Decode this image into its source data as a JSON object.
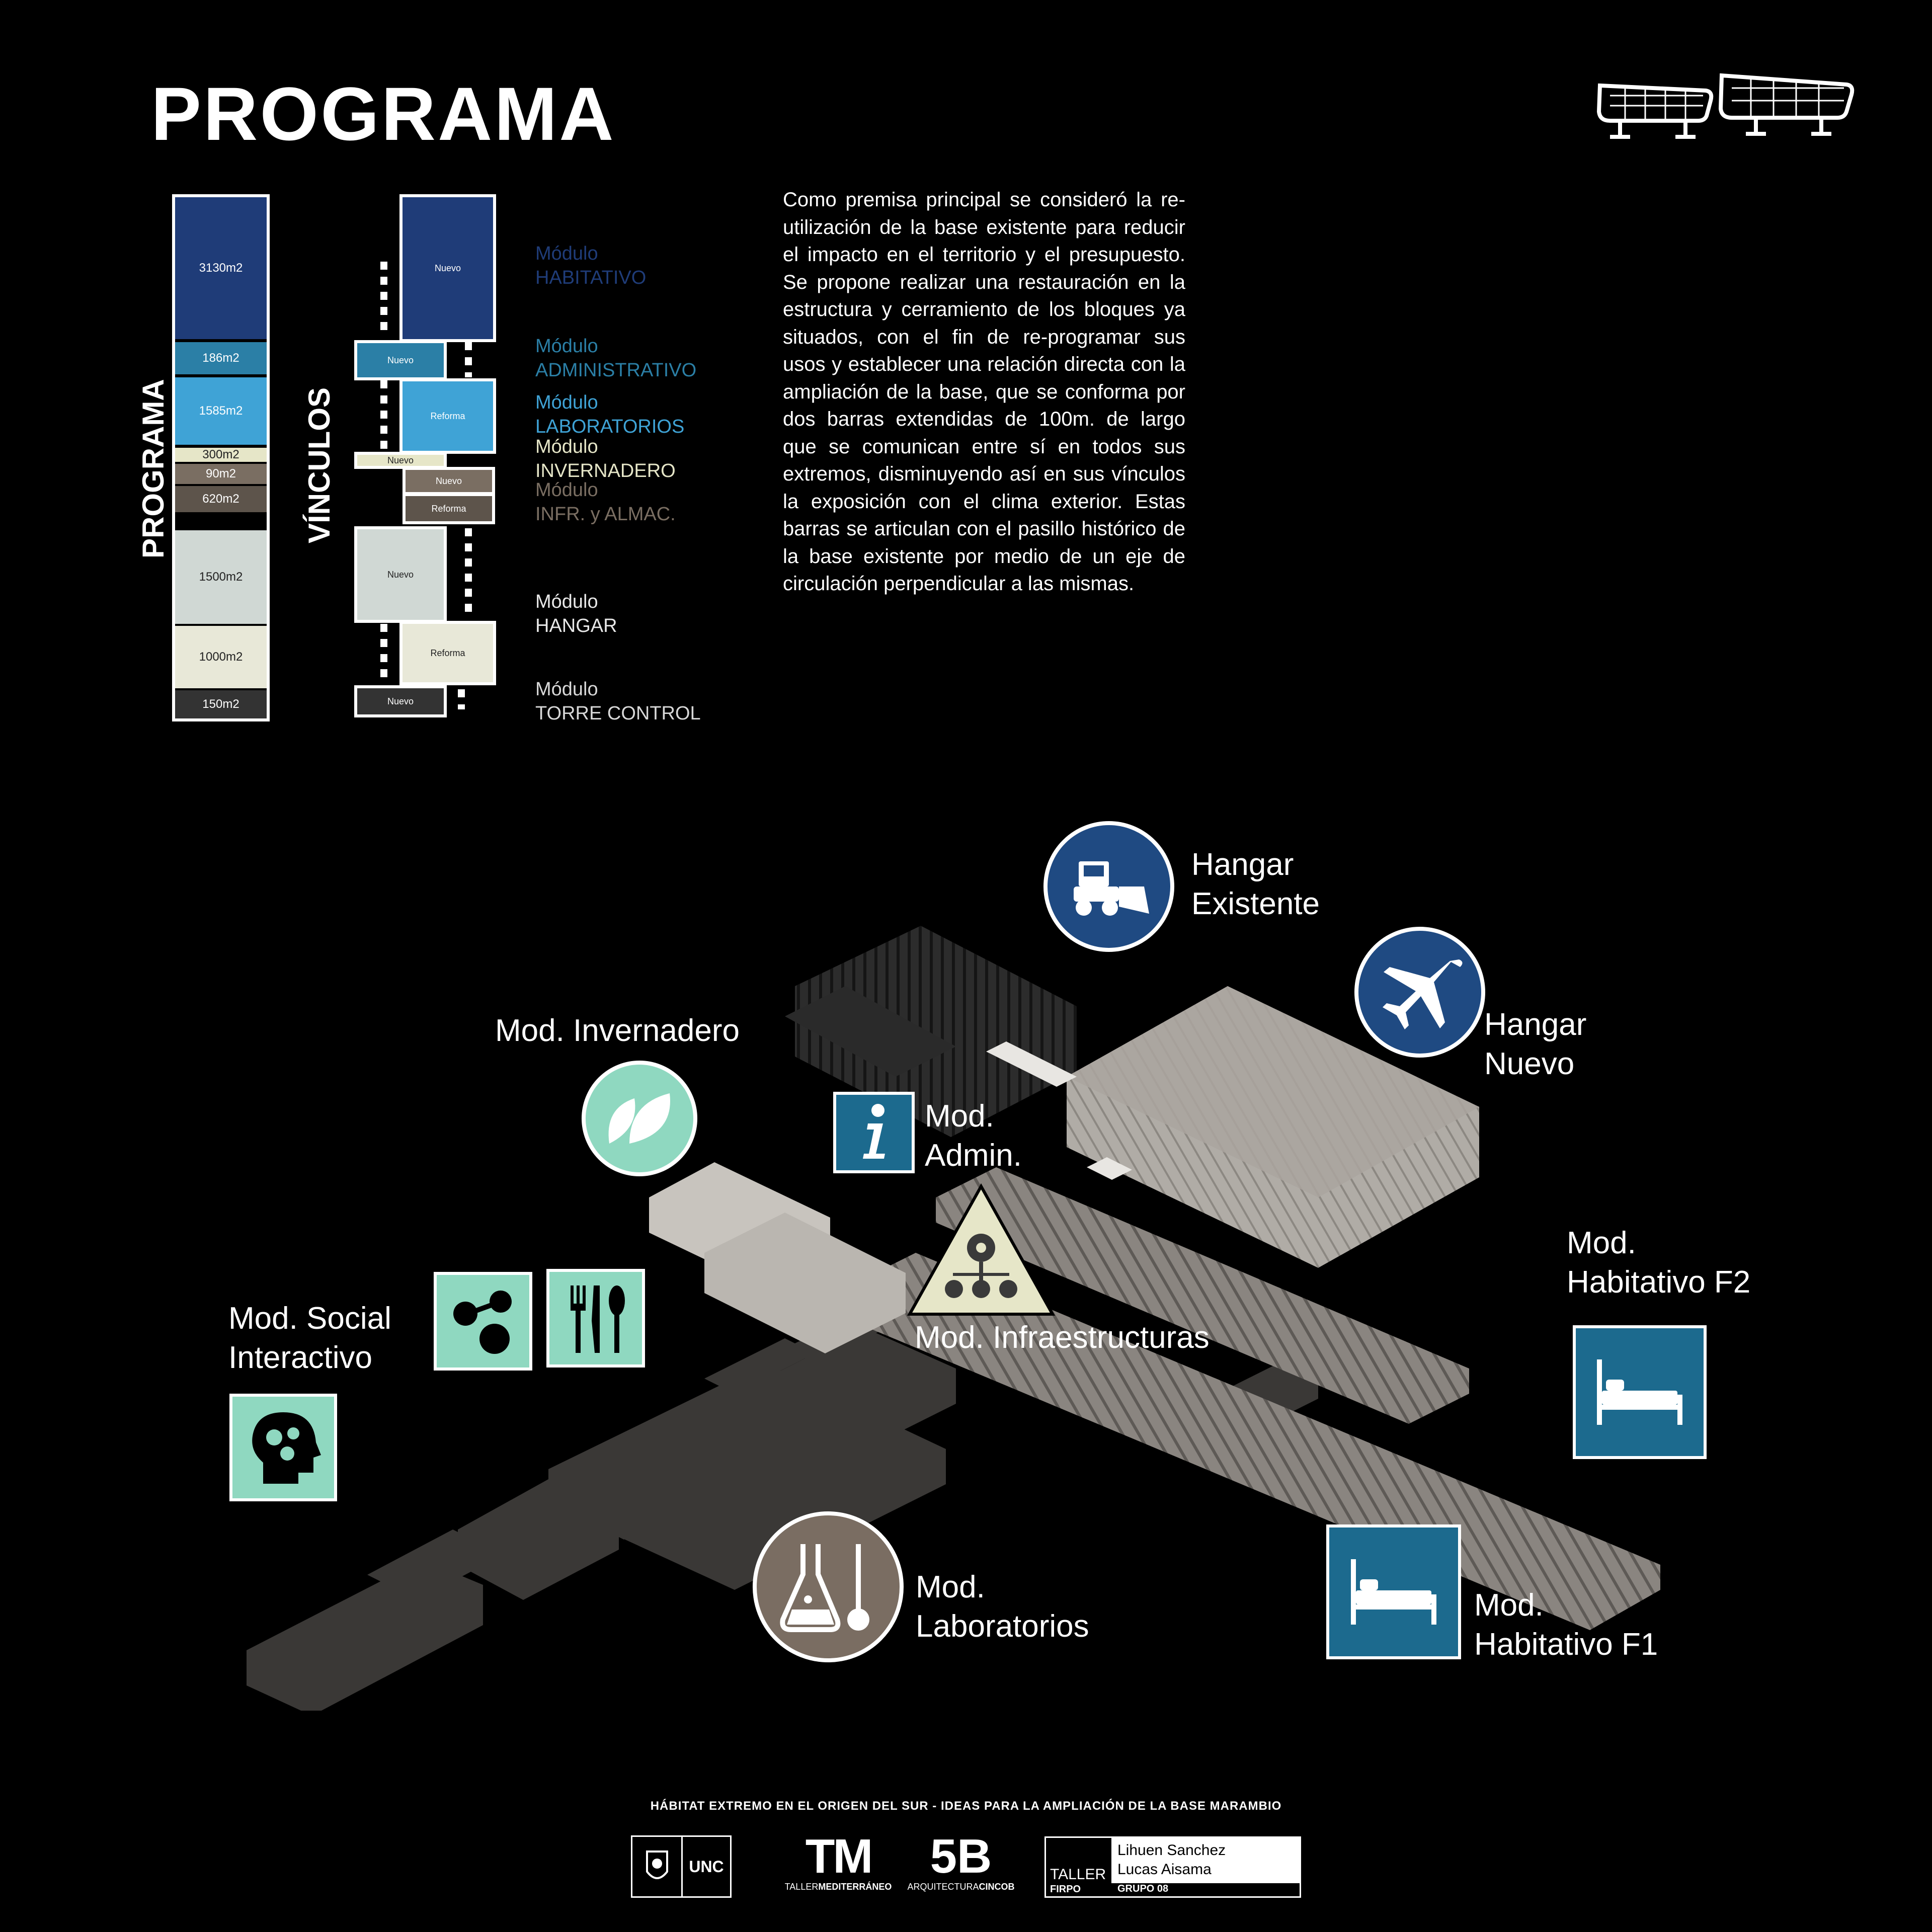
{
  "title": "PROGRAMA",
  "diagram": {
    "programa_label": "PROGRAMA",
    "vinculos_label": "VÍNCULOS",
    "areas": [
      "3130m2",
      "186m2",
      "1585m2",
      "300m2",
      "90m2",
      "620m2",
      "1500m2",
      "1000m2",
      "150m2"
    ],
    "vinculos": [
      "Nuevo",
      "Nuevo",
      "Reforma",
      "Nuevo",
      "Nuevo",
      "Reforma",
      "Nuevo",
      "Reforma",
      "Nuevo"
    ],
    "modules": [
      {
        "line1": "Módulo",
        "line2": "HABITATIVO",
        "color": "#1f3c78"
      },
      {
        "line1": "Módulo",
        "line2": "ADMINISTRATIVO",
        "color": "#2b7fa6"
      },
      {
        "line1": "Módulo",
        "line2": "LABORATORIOS",
        "color": "#3fa3d6"
      },
      {
        "line1": "Módulo",
        "line2": "INVERNADERO",
        "color": "#e6e6c8"
      },
      {
        "line1": "Módulo",
        "line2": "INFR. y ALMAC.",
        "color": "#7a6e62"
      },
      {
        "line1": "Módulo",
        "line2": "HANGAR",
        "color": "#e8e8e8"
      },
      {
        "line1": "Módulo",
        "line2": "TORRE CONTROL",
        "color": "#d8d8d8"
      }
    ]
  },
  "description": "Como premisa principal se consideró la re-utilización de la base existente para reducir el impacto en el territorio y el presupuesto. Se propone realizar una restauración en la estructura y cerramiento de los bloques ya situados, con el fin de re-programar sus usos y establecer una relación directa con la ampliación de la base, que se conforma por dos barras extendidas de 100m. de largo que se comunican entre sí en todos sus extremos, disminuyendo así en sus vínculos la exposición con el clima exterior. Estas barras se articulan con el pasillo histórico de la base existente por medio de un eje de circulación perpendicular a las mismas.",
  "axo_labels": {
    "hangar_existente_1": "Hangar",
    "hangar_existente_2": "Existente",
    "hangar_nuevo_1": "Hangar",
    "hangar_nuevo_2": "Nuevo",
    "invernadero": "Mod. Invernadero",
    "admin_1": "Mod.",
    "admin_2": "Admin.",
    "infraestructuras": "Mod. Infraestructuras",
    "social_1": "Mod. Social",
    "social_2": "Interactivo",
    "habitativo_f2_1": "Mod.",
    "habitativo_f2_2": "Habitativo F2",
    "laboratorios_1": "Mod.",
    "laboratorios_2": "Laboratorios",
    "habitativo_f1_1": "Mod.",
    "habitativo_f1_2": "Habitativo F1"
  },
  "icons": {
    "hangar_existente": "snowplow-icon",
    "hangar_nuevo": "airplane-icon",
    "invernadero": "leaf-icon",
    "admin": "info-icon",
    "infraestructura": "gears-icon",
    "social_network": "network-icon",
    "social_dining": "cutlery-icon",
    "social_mind": "head-gears-icon",
    "laboratorios": "flask-thermometer-icon",
    "habitativo": "bed-icon"
  },
  "colors": {
    "navy": "#1f4a82",
    "teal": "#1c6a8e",
    "mint": "#8fd8c0",
    "lab": "#7a6d62"
  },
  "footer": {
    "tagline": "HÁBITAT EXTREMO EN EL ORIGEN DEL SUR - IDEAS PARA LA AMPLIACIÓN DE LA BASE MARAMBIO",
    "unc": "UNC",
    "tm": "TM",
    "tm_sub_a": "TALLER",
    "tm_sub_b": "MEDITERRÁNEO",
    "b5": "5B",
    "b5_sub_a": "ARQUITECTURA",
    "b5_sub_b": "CINCOB",
    "taller": "TALLER",
    "firpo": "FIRPO",
    "author1": "Lihuen Sanchez",
    "author2": "Lucas Aisama",
    "grupo": "GRUPO 08"
  }
}
